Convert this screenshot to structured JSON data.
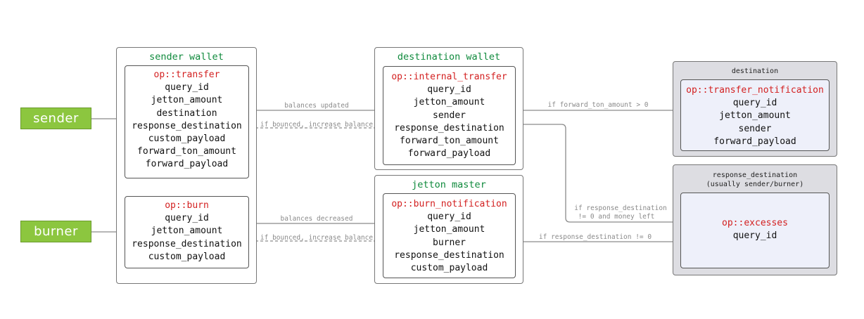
{
  "actors": {
    "sender": "sender",
    "burner": "burner"
  },
  "sender_wallet": {
    "title": "sender wallet",
    "transfer": [
      "op::transfer",
      "query_id",
      "jetton_amount",
      "destination",
      "response_destination",
      "custom_payload",
      "forward_ton_amount",
      "forward_payload"
    ],
    "burn": [
      "op::burn",
      "query_id",
      "jetton_amount",
      "response_destination",
      "custom_payload"
    ]
  },
  "destination_wallet": {
    "title": "destination wallet",
    "message": [
      "op::internal_transfer",
      "query_id",
      "jetton_amount",
      "sender",
      "response_destination",
      "forward_ton_amount",
      "forward_payload"
    ]
  },
  "jetton_master": {
    "title": "jetton master",
    "message": [
      "op::burn_notification",
      "query_id",
      "jetton_amount",
      "burner",
      "response_destination",
      "custom_payload"
    ]
  },
  "destination": {
    "title": "destination",
    "message": [
      "op::transfer_notification",
      "query_id",
      "jetton_amount",
      "sender",
      "forward_payload"
    ]
  },
  "response_destination": {
    "title": "response_destination",
    "subtitle": "(usually sender/burner)",
    "message": [
      "op::excesses",
      "query_id"
    ]
  },
  "edges": {
    "balances_updated": "balances updated",
    "bounced_1": "if bounced, increase balance",
    "balances_decreased": "balances decreased",
    "bounced_2": "if bounced, increase balance",
    "forward_ton": "if forward_ton_amount > 0",
    "resp_dest_line1": "if response_destination",
    "resp_dest_line2": "!= 0 and money left",
    "resp_dest_burn": "if response_destination != 0"
  },
  "colors": {
    "op": "#d32020",
    "wallet_title": "#0f8a3c",
    "actor": "#8cc63f",
    "arrow": "#8a8a8a"
  }
}
